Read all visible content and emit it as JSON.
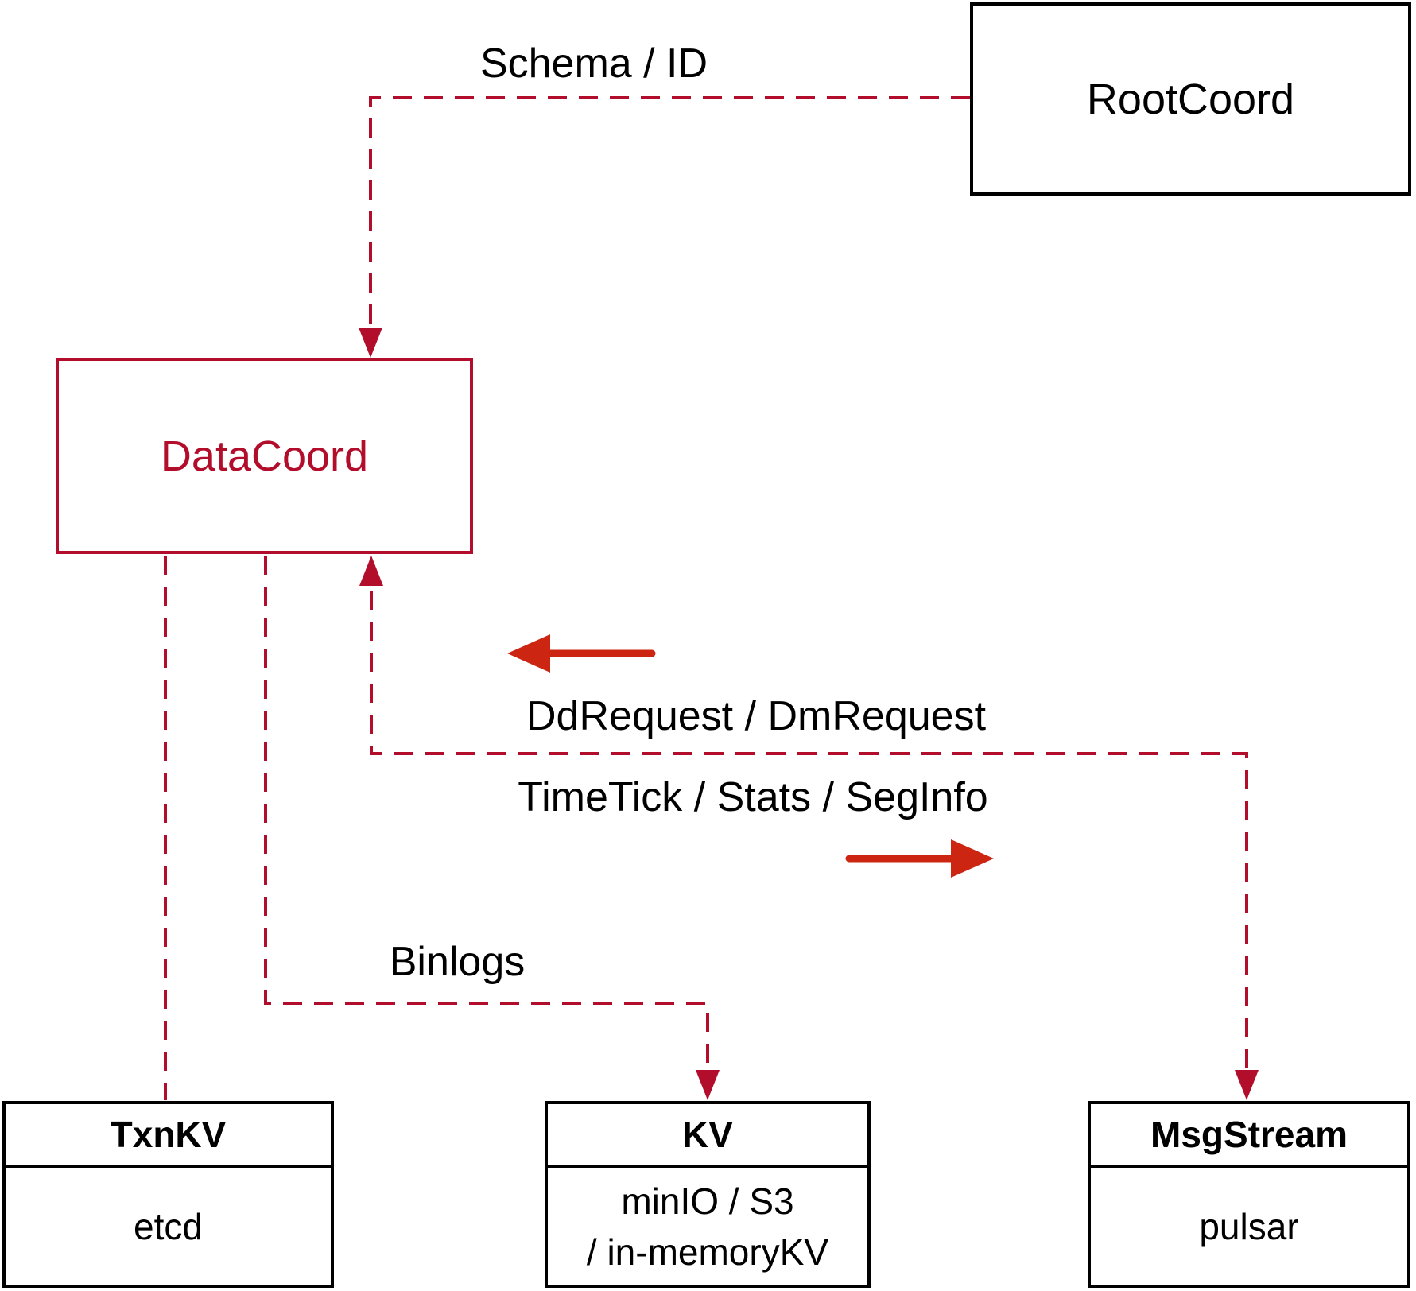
{
  "colors": {
    "line_crimson": "#b30d2c",
    "arrow_red": "#cc2512",
    "border_black": "#000000",
    "text_black": "#000000",
    "background": "#ffffff"
  },
  "nodes": {
    "rootcoord": {
      "label": "RootCoord"
    },
    "datacoord": {
      "label": "DataCoord"
    },
    "txnkv": {
      "header": "TxnKV",
      "body": "etcd"
    },
    "kv": {
      "header": "KV",
      "body_line1": "minIO / S3",
      "body_line2": "/ in-memoryKV"
    },
    "msgstream": {
      "header": "MsgStream",
      "body": "pulsar"
    }
  },
  "edge_labels": {
    "schema_id": "Schema / ID",
    "dd_dm_request": "DdRequest / DmRequest",
    "timetick_stats_seginfo": "TimeTick / Stats / SegInfo",
    "binlogs": "Binlogs"
  }
}
